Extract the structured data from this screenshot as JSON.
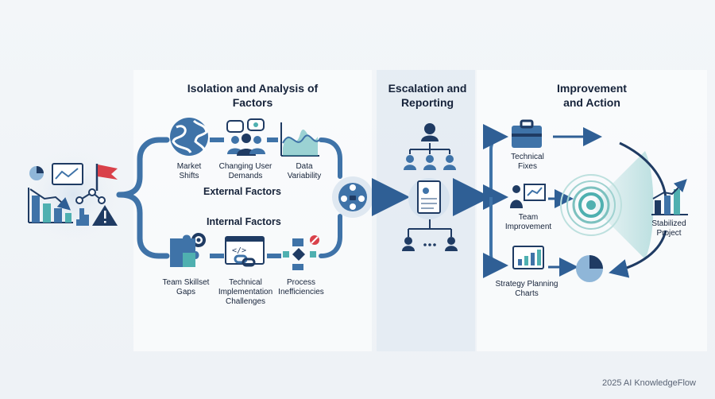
{
  "sections": {
    "isolation_title": "Isolation and Analysis of Factors",
    "escalation_title": "Escalation and Reporting",
    "improvement_title": "Improvement and Action"
  },
  "external": {
    "heading": "External Factors",
    "items": [
      "Market Shifts",
      "Changing User Demands",
      "Data Variability"
    ]
  },
  "internal": {
    "heading": "Internal Factors",
    "items": [
      "Team Skillset Gaps",
      "Technical Implementation Challenges",
      "Process Inefficiencies"
    ]
  },
  "actions": {
    "items": [
      "Technical Fixes",
      "Team Improvement",
      "Strategy Planning Charts"
    ],
    "result": "Stabilized Project"
  },
  "footer": "2025 AI KnowledgeFlow",
  "colors": {
    "navy": "#1f3b63",
    "blue": "#3f73a8",
    "teal": "#4fb0b0",
    "red": "#d9414a"
  }
}
